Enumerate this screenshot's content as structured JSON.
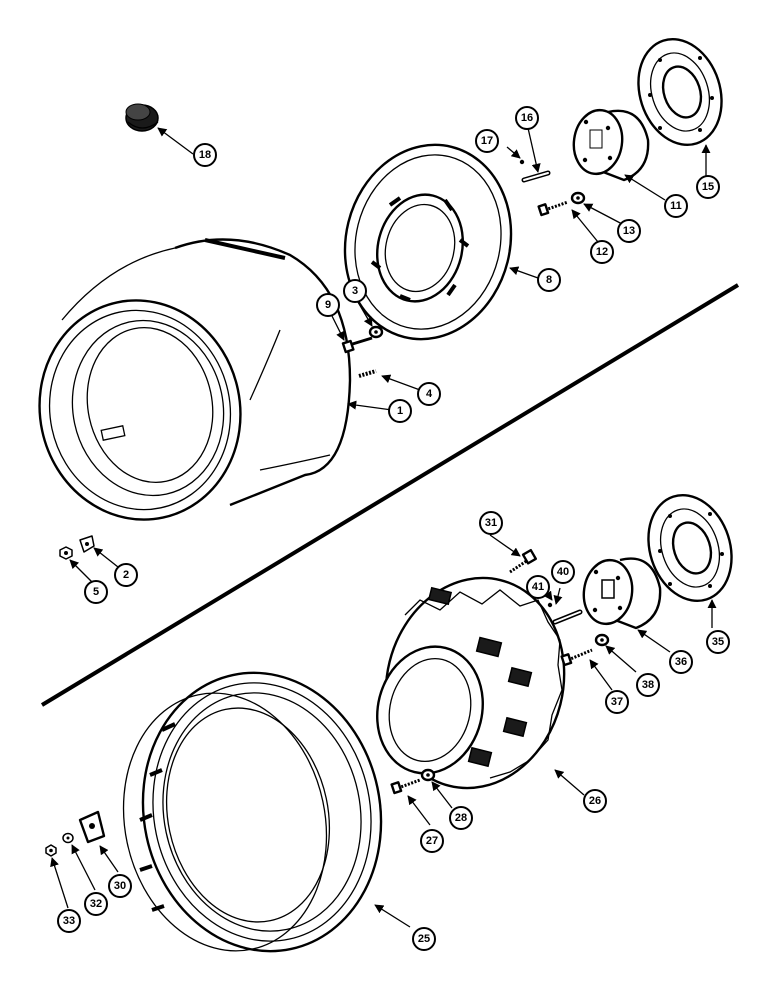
{
  "callouts": {
    "c1": "1",
    "c2": "2",
    "c3": "3",
    "c4": "4",
    "c5": "5",
    "c8": "8",
    "c9": "9",
    "c11": "11",
    "c12": "12",
    "c13": "13",
    "c15": "15",
    "c16": "16",
    "c17": "17",
    "c18": "18",
    "c25": "25",
    "c26": "26",
    "c27": "27",
    "c28": "28",
    "c30": "30",
    "c31": "31",
    "c32": "32",
    "c33": "33",
    "c35": "35",
    "c36": "36",
    "c37": "37",
    "c38": "38",
    "c40": "40",
    "c41": "41"
  }
}
